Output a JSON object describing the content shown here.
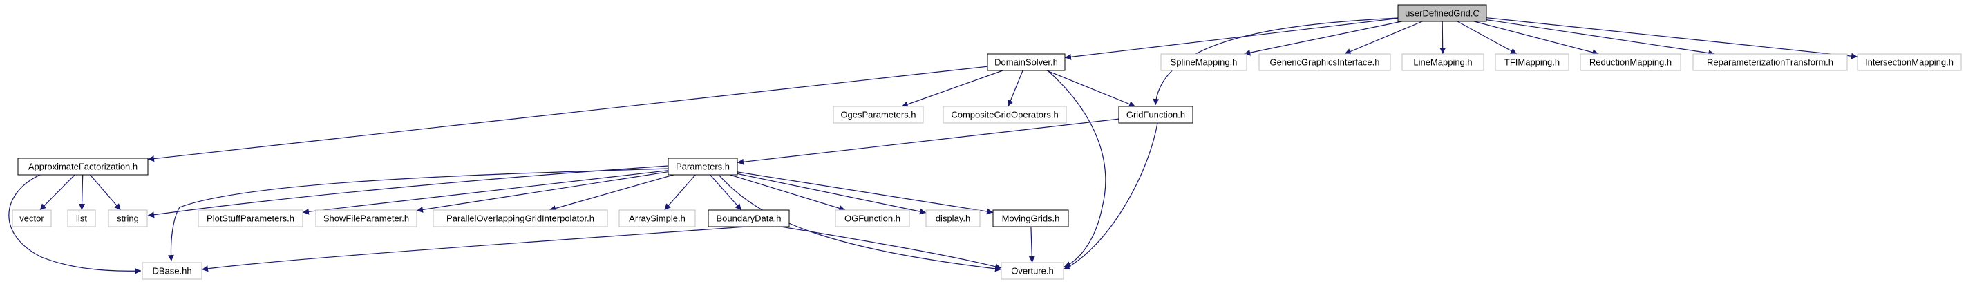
{
  "colors": {
    "edge": "#191970",
    "strong_border": "#000000",
    "weak_border": "#bfbfbf",
    "root_fill": "#bfbfbf",
    "node_fill": "#ffffff",
    "text": "#000000"
  },
  "nodes": [
    {
      "id": "root",
      "label": "userDefinedGrid.C",
      "style": "root"
    },
    {
      "id": "domainsolver",
      "label": "DomainSolver.h",
      "style": "strong"
    },
    {
      "id": "splinemapping",
      "label": "SplineMapping.h",
      "style": "weak"
    },
    {
      "id": "genericgraphics",
      "label": "GenericGraphicsInterface.h",
      "style": "weak"
    },
    {
      "id": "linemapping",
      "label": "LineMapping.h",
      "style": "weak"
    },
    {
      "id": "tfimapping",
      "label": "TFIMapping.h",
      "style": "weak"
    },
    {
      "id": "reductionmapping",
      "label": "ReductionMapping.h",
      "style": "weak"
    },
    {
      "id": "reparam",
      "label": "ReparameterizationTransform.h",
      "style": "weak"
    },
    {
      "id": "intersectionmapping",
      "label": "IntersectionMapping.h",
      "style": "weak"
    },
    {
      "id": "ogesparameters",
      "label": "OgesParameters.h",
      "style": "weak"
    },
    {
      "id": "compositegridops",
      "label": "CompositeGridOperators.h",
      "style": "weak"
    },
    {
      "id": "gridfunction",
      "label": "GridFunction.h",
      "style": "strong"
    },
    {
      "id": "approxfact",
      "label": "ApproximateFactorization.h",
      "style": "strong"
    },
    {
      "id": "parameters",
      "label": "Parameters.h",
      "style": "strong"
    },
    {
      "id": "vector",
      "label": "vector",
      "style": "weak"
    },
    {
      "id": "list",
      "label": "list",
      "style": "weak"
    },
    {
      "id": "string",
      "label": "string",
      "style": "weak"
    },
    {
      "id": "plotstuff",
      "label": "PlotStuffParameters.h",
      "style": "weak"
    },
    {
      "id": "showfile",
      "label": "ShowFileParameter.h",
      "style": "weak"
    },
    {
      "id": "parallelinterp",
      "label": "ParallelOverlappingGridInterpolator.h",
      "style": "weak"
    },
    {
      "id": "arraysimple",
      "label": "ArraySimple.h",
      "style": "weak"
    },
    {
      "id": "boundarydata",
      "label": "BoundaryData.h",
      "style": "strong"
    },
    {
      "id": "ogfunction",
      "label": "OGFunction.h",
      "style": "weak"
    },
    {
      "id": "display",
      "label": "display.h",
      "style": "weak"
    },
    {
      "id": "movinggrids",
      "label": "MovingGrids.h",
      "style": "strong"
    },
    {
      "id": "dbase",
      "label": "DBase.hh",
      "style": "weak"
    },
    {
      "id": "overture",
      "label": "Overture.h",
      "style": "weak"
    }
  ],
  "edges": [
    [
      "root",
      "domainsolver"
    ],
    [
      "root",
      "gridfunction"
    ],
    [
      "root",
      "splinemapping"
    ],
    [
      "root",
      "genericgraphics"
    ],
    [
      "root",
      "linemapping"
    ],
    [
      "root",
      "tfimapping"
    ],
    [
      "root",
      "reductionmapping"
    ],
    [
      "root",
      "reparam"
    ],
    [
      "root",
      "intersectionmapping"
    ],
    [
      "domainsolver",
      "approxfact"
    ],
    [
      "domainsolver",
      "ogesparameters"
    ],
    [
      "domainsolver",
      "compositegridops"
    ],
    [
      "domainsolver",
      "gridfunction"
    ],
    [
      "domainsolver",
      "overture"
    ],
    [
      "gridfunction",
      "parameters"
    ],
    [
      "gridfunction",
      "overture"
    ],
    [
      "approxfact",
      "vector"
    ],
    [
      "approxfact",
      "list"
    ],
    [
      "approxfact",
      "string"
    ],
    [
      "approxfact",
      "dbase"
    ],
    [
      "parameters",
      "string"
    ],
    [
      "parameters",
      "plotstuff"
    ],
    [
      "parameters",
      "showfile"
    ],
    [
      "parameters",
      "parallelinterp"
    ],
    [
      "parameters",
      "arraysimple"
    ],
    [
      "parameters",
      "boundarydata"
    ],
    [
      "parameters",
      "ogfunction"
    ],
    [
      "parameters",
      "display"
    ],
    [
      "parameters",
      "movinggrids"
    ],
    [
      "parameters",
      "dbase"
    ],
    [
      "parameters",
      "overture"
    ],
    [
      "boundarydata",
      "dbase"
    ],
    [
      "boundarydata",
      "overture"
    ],
    [
      "movinggrids",
      "overture"
    ]
  ]
}
